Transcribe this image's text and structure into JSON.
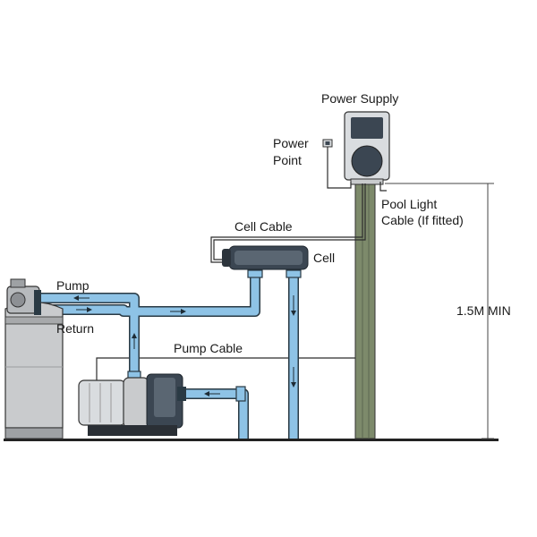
{
  "labels": {
    "power_supply": "Power Supply",
    "power_point_line1": "Power",
    "power_point_line2": "Point",
    "pool_light_line1": "Pool Light",
    "pool_light_line2": "Cable (If fitted)",
    "cell_cable": "Cell Cable",
    "cell": "Cell",
    "pump": "Pump",
    "return": "Return",
    "pump_cable": "Pump Cable",
    "min_height": "1.5M MIN"
  },
  "colors": {
    "pipe_fill": "#8ec3e6",
    "pipe_outline": "#2a3a44",
    "post": "#7d8a6b",
    "filter_body": "#c9cbcd",
    "unit_body": "#d9dcdf",
    "unit_dark": "#3b4652",
    "ground": "#222222"
  }
}
